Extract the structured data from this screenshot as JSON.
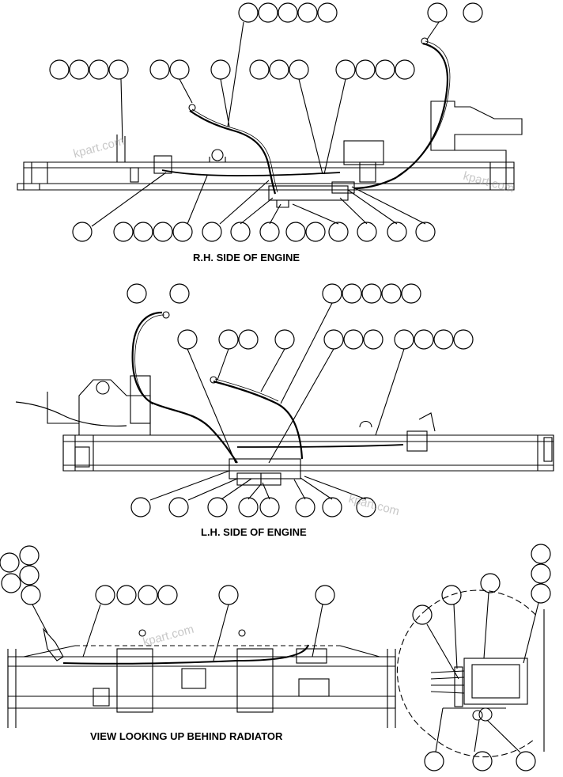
{
  "captions": {
    "rh_side": "R.H. SIDE OF ENGINE",
    "lh_side": "L.H. SIDE OF ENGINE",
    "radiator": "VIEW LOOKING UP BEHIND RADIATOR"
  },
  "watermark": "kpart.com",
  "colors": {
    "line": "#000000",
    "background": "#ffffff",
    "watermark": "#9a9a9a"
  }
}
